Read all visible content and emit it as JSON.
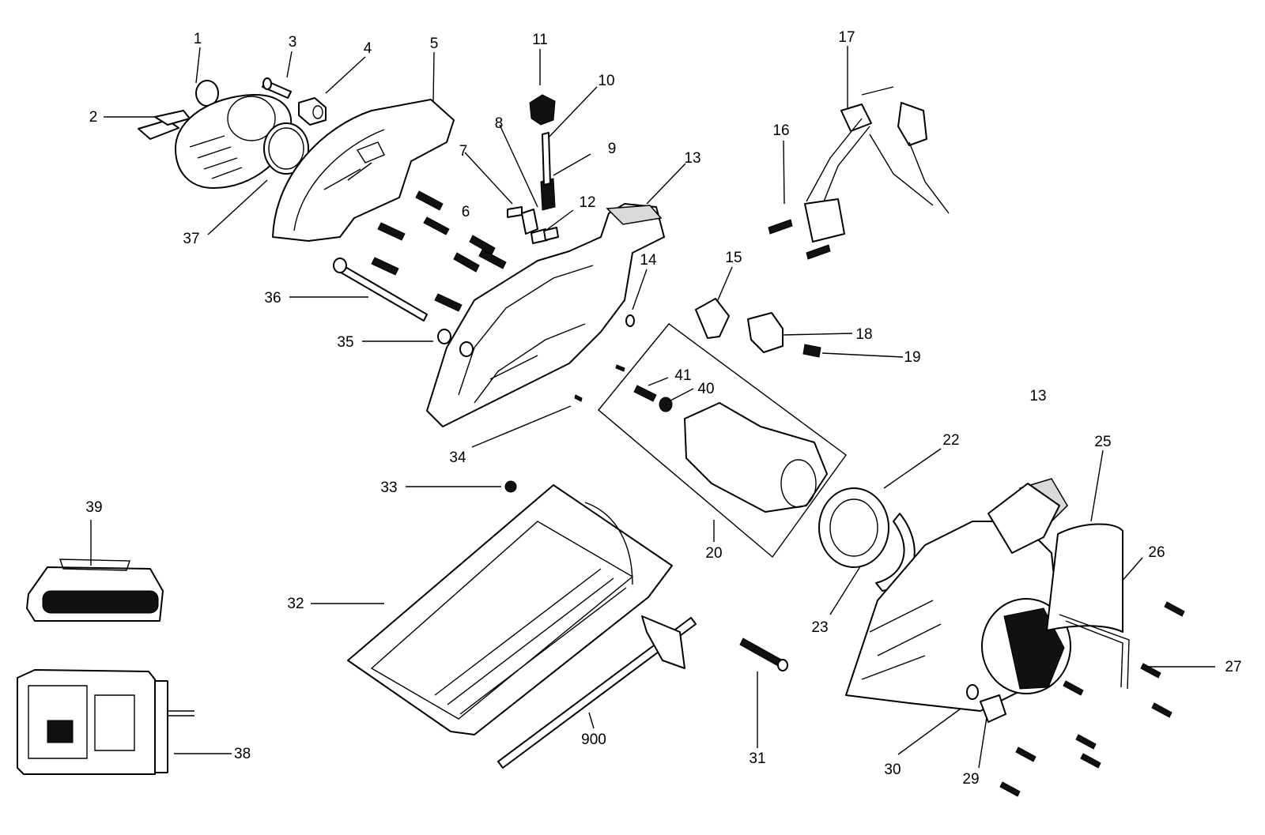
{
  "callouts": [
    "1",
    "2",
    "3",
    "4",
    "5",
    "6",
    "7",
    "8",
    "9",
    "10",
    "11",
    "12",
    "13",
    "14",
    "15",
    "16",
    "17",
    "18",
    "19",
    "20",
    "22",
    "23",
    "25",
    "26",
    "27",
    "29",
    "30",
    "31",
    "32",
    "33",
    "34",
    "35",
    "36",
    "37",
    "38",
    "39",
    "40",
    "41",
    "900"
  ]
}
